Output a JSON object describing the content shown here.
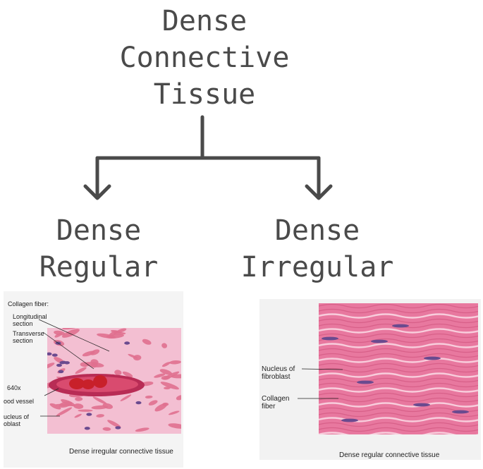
{
  "title": [
    "Dense",
    "Connective",
    "Tissue"
  ],
  "branches": {
    "left": [
      "Dense",
      "Regular"
    ],
    "right": [
      "Dense",
      "Irregular"
    ]
  },
  "left_figure": {
    "header": "Collagen fiber:",
    "labels": [
      "Longitudinal",
      "section",
      "Transverse",
      "section",
      "640x",
      "ood vessel",
      "ucleus of",
      "oblast"
    ],
    "caption": "Dense irregular connective tissue"
  },
  "right_figure": {
    "labels": [
      "Nucleus of",
      "fibroblast",
      "Collagen",
      "fiber"
    ],
    "caption": "Dense regular connective tissue"
  },
  "colors": {
    "text": "#4a4a4a",
    "tissue_pink": "#e8789f",
    "tissue_light": "#f6c9d9",
    "nucleus": "#6a4a8f",
    "blood": "#c8202a"
  }
}
